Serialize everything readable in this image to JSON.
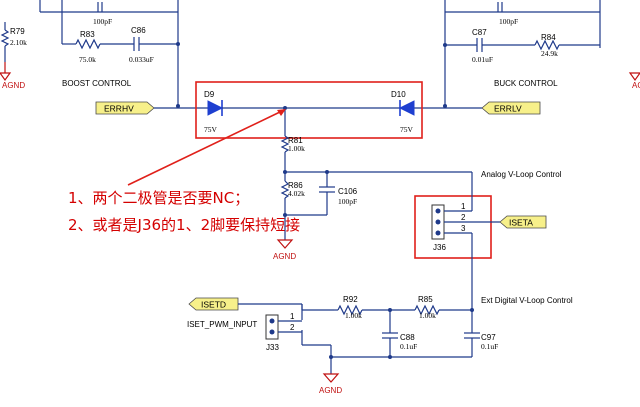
{
  "labels": {
    "boost_control": "BOOST CONTROL",
    "buck_control": "BUCK CONTROL",
    "analog_loop": "Analog V-Loop Control",
    "ext_digital_loop": "Ext Digital V-Loop Control",
    "iset_pwm_input": "ISET_PWM_INPUT"
  },
  "ports": {
    "errhv": "ERRHV",
    "errlv": "ERRLV",
    "iseta": "ISETA",
    "isetd": "ISETD"
  },
  "components": {
    "c_top_left_value": "100pF",
    "c_top_right_value": "100pF",
    "r79": {
      "ref": "R79",
      "value": "2.10k"
    },
    "r83": {
      "ref": "R83",
      "value": "75.0k"
    },
    "c86": {
      "ref": "C86",
      "value": "0.033uF"
    },
    "c87": {
      "ref": "C87",
      "value": "0.01uF"
    },
    "r84": {
      "ref": "R84",
      "value": "24.9k"
    },
    "d9": {
      "ref": "D9",
      "value": "75V"
    },
    "d10": {
      "ref": "D10",
      "value": "75V"
    },
    "r81": {
      "ref": "R81",
      "value": "1.00k"
    },
    "r86": {
      "ref": "R86",
      "value": "4.02k"
    },
    "c106": {
      "ref": "C106",
      "value": "100pF"
    },
    "j36": {
      "ref": "J36",
      "pins": [
        "1",
        "2",
        "3"
      ]
    },
    "r92": {
      "ref": "R92",
      "value": "1.00k"
    },
    "r85": {
      "ref": "R85",
      "value": "1.00k"
    },
    "c88": {
      "ref": "C88",
      "value": "0.1uF"
    },
    "c97": {
      "ref": "C97",
      "value": "0.1uF"
    },
    "j33": {
      "ref": "J33",
      "pins": [
        "1",
        "2"
      ]
    }
  },
  "ground_label": "AGND",
  "annotation": {
    "line1": "1、两个二极管是否要NC；",
    "line2": "2、或者是J36的1、2脚要保持短接"
  },
  "colors": {
    "wire": "#1f3a8a",
    "diode": "#1e3fd0",
    "annotation": "#d40000",
    "highlight_box": "#e0201a",
    "port_fill": "#f7f08a",
    "ground": "#c01010"
  }
}
